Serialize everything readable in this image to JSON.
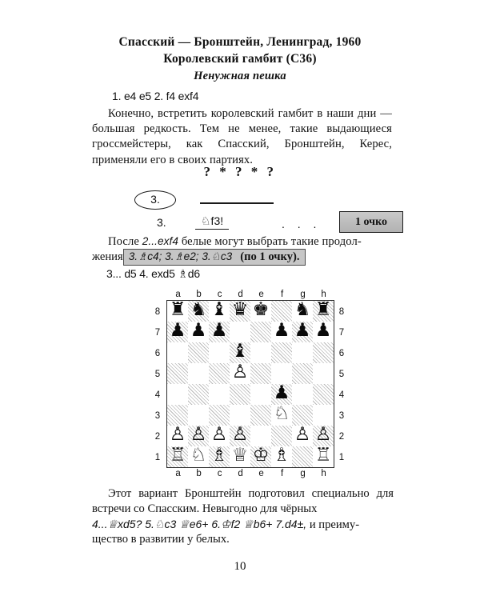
{
  "header": {
    "line1": "Спасский — Бронштейн, Ленинград, 1960",
    "line2": "Королевский гамбит (C36)",
    "line3": "Ненужная пешка"
  },
  "opening_moves": "1. e4 e5 2. f4 exf4",
  "intro_paragraph": "Конечно, встретить королевский гамбит в наши дни — большая редкость. Тем не менее, такие выдающиеся гроссмейстеры, как Спасский, Бронштейн, Керес, применяли его в своих партиях.",
  "separator": "? * ? * ?",
  "quiz": {
    "prompt_number": "3.",
    "answer_number": "3.",
    "answer_move": "♘f3!",
    "dots": ". . .",
    "score_label": "1 очко"
  },
  "continuation": {
    "lead_in": "После",
    "lead_in_move": "2...exf4",
    "lead_in_rest": "белые могут выбрать такие продол-",
    "second_line_prefix": "жения",
    "highlighted_moves": "3.♗c4; 3.♗e2; 3.♘c3",
    "highlighted_score": "(по 1 очку).",
    "next_moves": "3... d5 4. exd5 ♗d6"
  },
  "closing_paragraph_1": "Этот вариант Бронштейн подготовил специально для встречи со Спасским. Невыгодно для чёрных",
  "closing_variation": "4...♕xd5? 5.♘c3 ♕e6+ 6.♔f2 ♕b6+ 7.d4±,",
  "closing_paragraph_2": "и преиму-",
  "closing_paragraph_3": "щество в развитии у белых.",
  "page_number": "10",
  "board": {
    "files": [
      "a",
      "b",
      "c",
      "d",
      "e",
      "f",
      "g",
      "h"
    ],
    "ranks": [
      "8",
      "7",
      "6",
      "5",
      "4",
      "3",
      "2",
      "1"
    ],
    "position": [
      [
        "♜",
        "♞",
        "♝",
        "♛",
        "♚",
        "",
        "♞",
        "♜"
      ],
      [
        "♟",
        "♟",
        "♟",
        "",
        "",
        "♟",
        "♟",
        "♟"
      ],
      [
        "",
        "",
        "",
        "♝",
        "",
        "",
        "",
        ""
      ],
      [
        "",
        "",
        "",
        "♙",
        "",
        "",
        "",
        ""
      ],
      [
        "",
        "",
        "",
        "",
        "",
        "♟",
        "",
        ""
      ],
      [
        "",
        "",
        "",
        "",
        "",
        "♘",
        "",
        ""
      ],
      [
        "♙",
        "♙",
        "♙",
        "♙",
        "",
        "",
        "♙",
        "♙"
      ],
      [
        "♖",
        "♘",
        "♗",
        "♕",
        "♔",
        "♗",
        "",
        "♖"
      ]
    ],
    "light_color": "#ffffff",
    "dark_color": "#b9b9b9",
    "border_color": "#2b2b2b"
  }
}
